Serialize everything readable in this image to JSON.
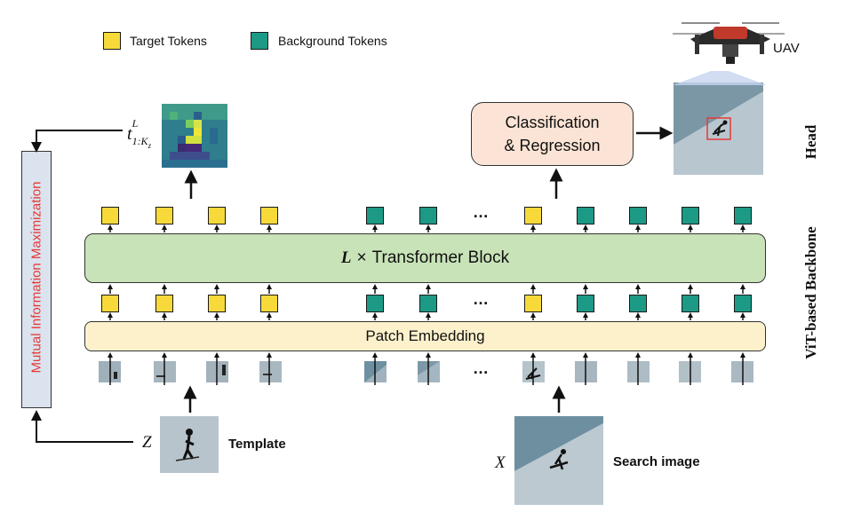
{
  "legend": {
    "target_label": "Target Tokens",
    "background_label": "Background Tokens",
    "target_color": "#f7d93a",
    "background_color": "#1d9a86"
  },
  "uav": {
    "label": "UAV",
    "icon": "drone-icon"
  },
  "head_label": "Head",
  "backbone_label": "ViT-based Backbone",
  "mim_label": "Mutual Information Maximization",
  "mim_color": "#e53935",
  "feature_label_main": "t",
  "feature_label_sup": "L",
  "feature_label_sub": "1:K",
  "feature_label_subsub": "z",
  "cls_reg": {
    "line1": "Classification",
    "line2": "& Regression"
  },
  "transformer": {
    "prefix": "L",
    "times": "×",
    "text": "Transformer Block"
  },
  "patch_embedding": "Patch Embedding",
  "ellipsis": "…",
  "template": {
    "symbol": "Z",
    "label": "Template"
  },
  "search": {
    "symbol": "X",
    "label": "Search image"
  },
  "tokens_upper": [
    "target",
    "target",
    "target",
    "target",
    "bg",
    "bg",
    "target",
    "bg",
    "bg",
    "bg",
    "bg"
  ],
  "tokens_lower": [
    "target",
    "target",
    "target",
    "target",
    "bg",
    "bg",
    "target",
    "bg",
    "bg",
    "bg",
    "bg"
  ]
}
